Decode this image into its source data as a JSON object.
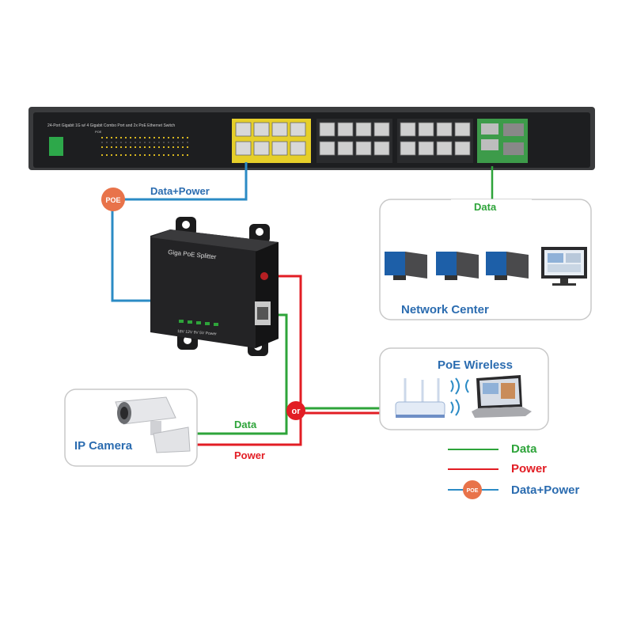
{
  "switch": {
    "caption": "24-Port Gigabit 1G w/ 4 Gigabit Combo Port and 2x PoE Ethernet Switch",
    "poe_label": "POE"
  },
  "links": {
    "switch_to_splitter": "Data+Power",
    "network_data": "Data",
    "camera_data": "Data",
    "camera_power": "Power",
    "or_badge": "or"
  },
  "poe_badge": "POE",
  "splitter": {
    "title": "Giga PoE Splitter",
    "voltages": "18V 12V 9V  5V Power"
  },
  "panels": {
    "network_center": "Network Center",
    "poe_wireless": "PoE Wireless",
    "ip_camera": "IP Camera"
  },
  "legend": {
    "data": "Data",
    "power": "Power",
    "data_power": "Data+Power",
    "badge": "POE"
  },
  "colors": {
    "data": "#2ea43a",
    "power": "#e21d24",
    "data_power": "#2b8bc5",
    "poe_badge": "#e8734a",
    "text_blue": "#2b6cb0",
    "text_red": "#e21d24",
    "text_green": "#2ea43a"
  }
}
